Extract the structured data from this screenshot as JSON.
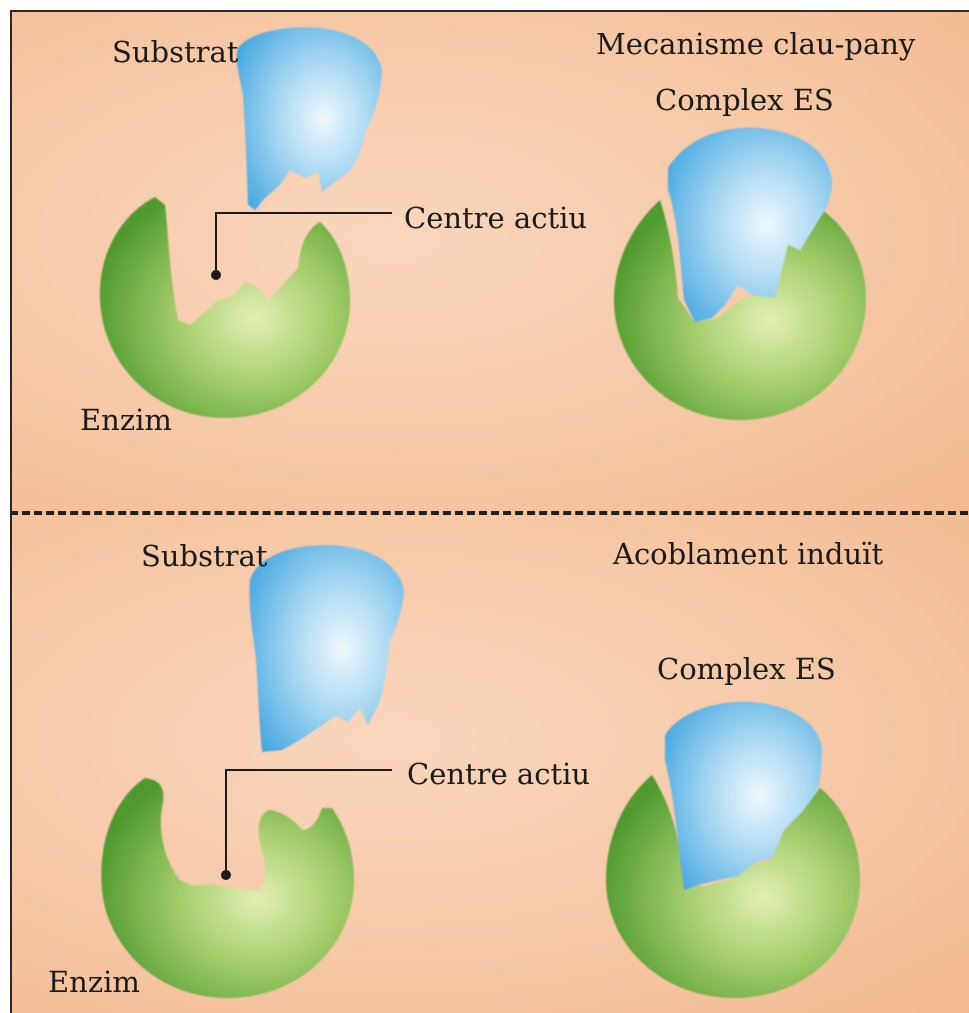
{
  "top_panel": {
    "model_title": "Mecanisme clau-pany",
    "substrate_label": "Substrat",
    "active_site_label": "Centre actiu",
    "enzyme_label": "Enzim",
    "complex_label": "Complex ES"
  },
  "bottom_panel": {
    "model_title": "Acoblament induït",
    "substrate_label": "Substrat",
    "active_site_label": "Centre actiu",
    "enzyme_label": "Enzim",
    "complex_label": "Complex ES"
  },
  "colors": {
    "background": "#f6c7a4",
    "enzyme_green": "#5fa83a",
    "enzyme_highlight": "#d6e9a8",
    "substrate_blue": "#5fb6e6",
    "substrate_highlight": "#e4f3fb"
  }
}
